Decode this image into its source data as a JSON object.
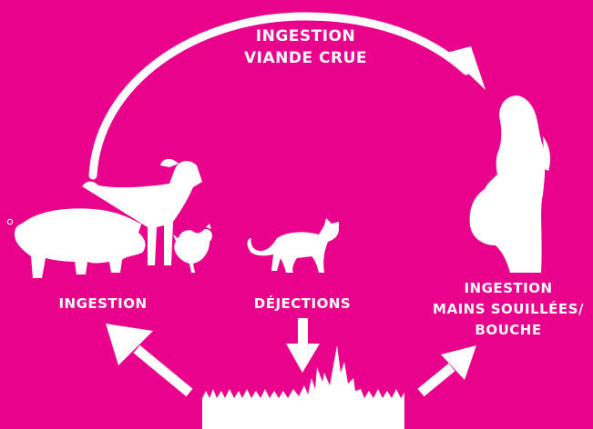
{
  "labels": {
    "raw_meat": [
      "INGESTION",
      "VIANDE CRUE"
    ],
    "animals": "INGESTION",
    "droppings": "DÉJECTIONS",
    "hands": [
      "INGESTION",
      "MAINS SOUILLÉES/",
      "BOUCHE"
    ]
  },
  "colors": {
    "background": "#E8028C",
    "foreground": "#FFFFFF"
  },
  "icons": [
    "pig-icon",
    "goat-icon",
    "chicken-icon",
    "cat-icon",
    "pregnant-woman-icon",
    "grass-icon"
  ]
}
